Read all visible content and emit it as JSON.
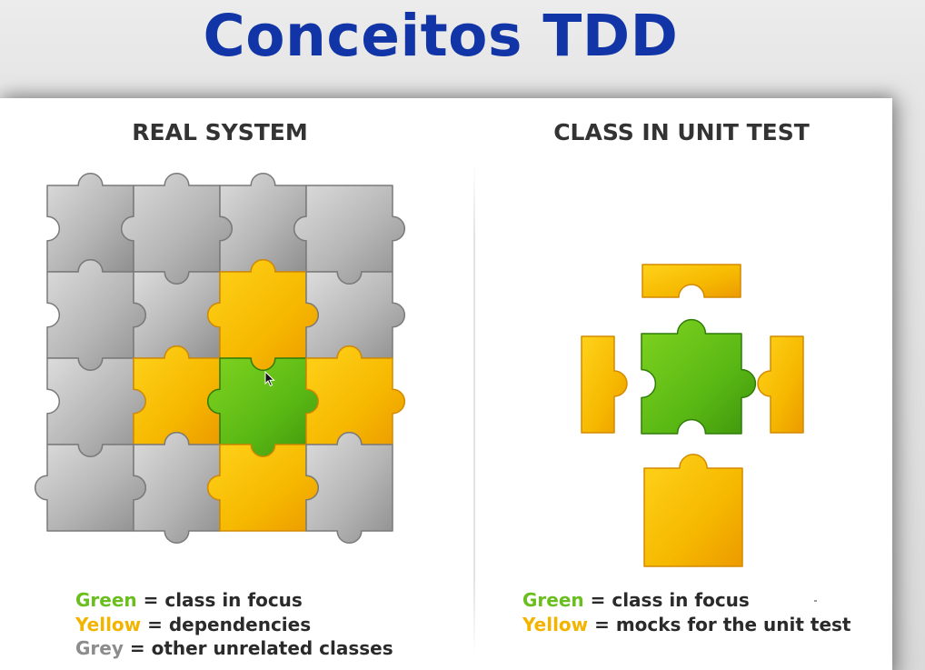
{
  "page": {
    "title": "Conceitos TDD"
  },
  "colors": {
    "title": "#1134a6",
    "green": "#6abf1f",
    "yellow": "#f3b400",
    "grey": "#8c8c8c"
  },
  "real_system": {
    "heading": "REAL SYSTEM",
    "grid": [
      [
        "grey",
        "grey",
        "grey",
        "grey"
      ],
      [
        "grey",
        "grey",
        "yellow",
        "grey"
      ],
      [
        "grey",
        "yellow",
        "green",
        "yellow"
      ],
      [
        "grey",
        "grey",
        "yellow",
        "grey"
      ]
    ],
    "legend": [
      {
        "key": "Green",
        "text": " = class in focus",
        "color": "green"
      },
      {
        "key": "Yellow",
        "text": " = dependencies",
        "color": "yellow"
      },
      {
        "key": "Grey",
        "text": " = other unrelated classes",
        "color": "grey"
      }
    ]
  },
  "unit_test": {
    "heading": "CLASS IN UNIT TEST",
    "legend": [
      {
        "key": "Green",
        "text": " = class in focus",
        "color": "green"
      },
      {
        "key": "Yellow",
        "text": " = mocks for the unit test",
        "color": "yellow"
      }
    ]
  },
  "icons": [
    "puzzle-piece-icon",
    "mouse-cursor-icon"
  ]
}
